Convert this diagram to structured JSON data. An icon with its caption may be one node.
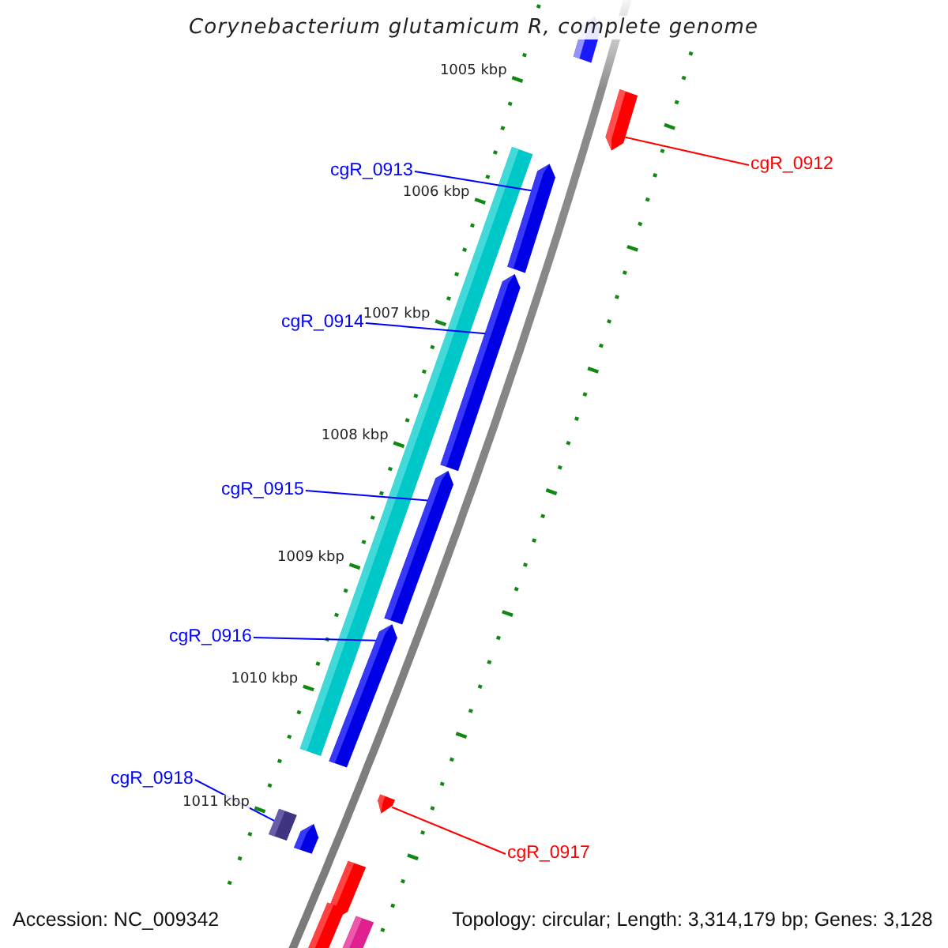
{
  "diagram": {
    "title": "Corynebacterium glutamicum R, complete genome",
    "nodes": [
      {
        "text": [
          "cgR_0912"
        ]
      },
      {
        "text": [
          "cgR_0913"
        ]
      },
      {
        "text": [
          "cgR_0914"
        ]
      },
      {
        "text": [
          "cgR_0915"
        ]
      },
      {
        "text": [
          "cgR_0916"
        ]
      },
      {
        "text": [
          "cgR_0918"
        ]
      },
      {
        "text": [
          "cgR_0917"
        ]
      },
      {
        "text": [],
        "shape": "bar"
      },
      {
        "text": [],
        "shape": "bar"
      },
      {
        "text": [],
        "shape": "bar"
      },
      {
        "text": [],
        "shape": "bar"
      },
      {
        "text": [],
        "shape": "bar"
      },
      {
        "text": [],
        "shape": "bar"
      },
      {
        "text": [],
        "shape": "bar"
      },
      {
        "text": [],
        "shape": "bar"
      },
      {
        "text": [],
        "shape": "bar"
      },
      {
        "text": [],
        "shape": "bar"
      },
      {
        "text": [],
        "shape": "bar"
      },
      {
        "text": [],
        "shape": "bar"
      },
      {
        "text": [],
        "shape": "bar"
      }
    ],
    "edges": [
      {
        "from": 0,
        "to": 8,
        "arrow": "none",
        "color": "#ff0000"
      },
      {
        "from": 1,
        "to": 10,
        "arrow": "none"
      },
      {
        "from": 2,
        "to": 11,
        "arrow": "none"
      },
      {
        "from": 3,
        "to": 12,
        "arrow": "none"
      },
      {
        "from": 4,
        "to": 13,
        "arrow": "none"
      },
      {
        "from": 5,
        "to": 15,
        "arrow": "none"
      },
      {
        "from": 6,
        "to": 14,
        "arrow": "none",
        "color": "#ff0000"
      }
    ],
    "labels": [
      "1005 kbp",
      "1006 kbp",
      "1007 kbp",
      "1008 kbp",
      "1009 kbp",
      "1010 kbp",
      "1011 kbp",
      "Accession: NC_009342",
      "Topology: circular; Length: 3,314,179 bp; Genes: 3,128"
    ]
  }
}
